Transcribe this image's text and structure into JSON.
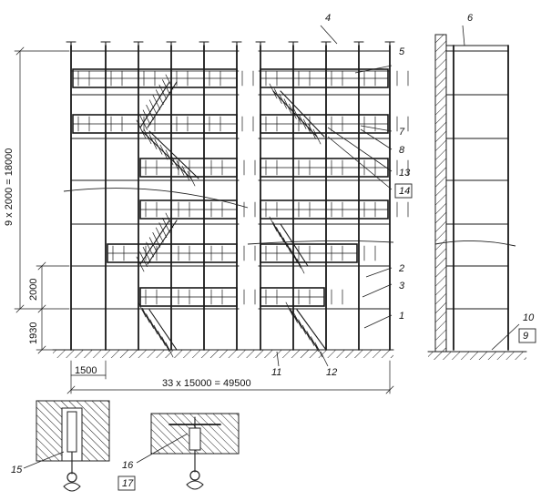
{
  "dimensions": {
    "height_total": "9 x 2000 = 18000",
    "tier_height": "2000",
    "first_tier": "1930",
    "bay_width": "1500",
    "length_total": "33 x 15000 = 49500"
  },
  "callouts": [
    "1",
    "2",
    "3",
    "4",
    "5",
    "6",
    "7",
    "8",
    "9",
    "10",
    "11",
    "12",
    "13",
    "14",
    "15",
    "16",
    "17"
  ]
}
